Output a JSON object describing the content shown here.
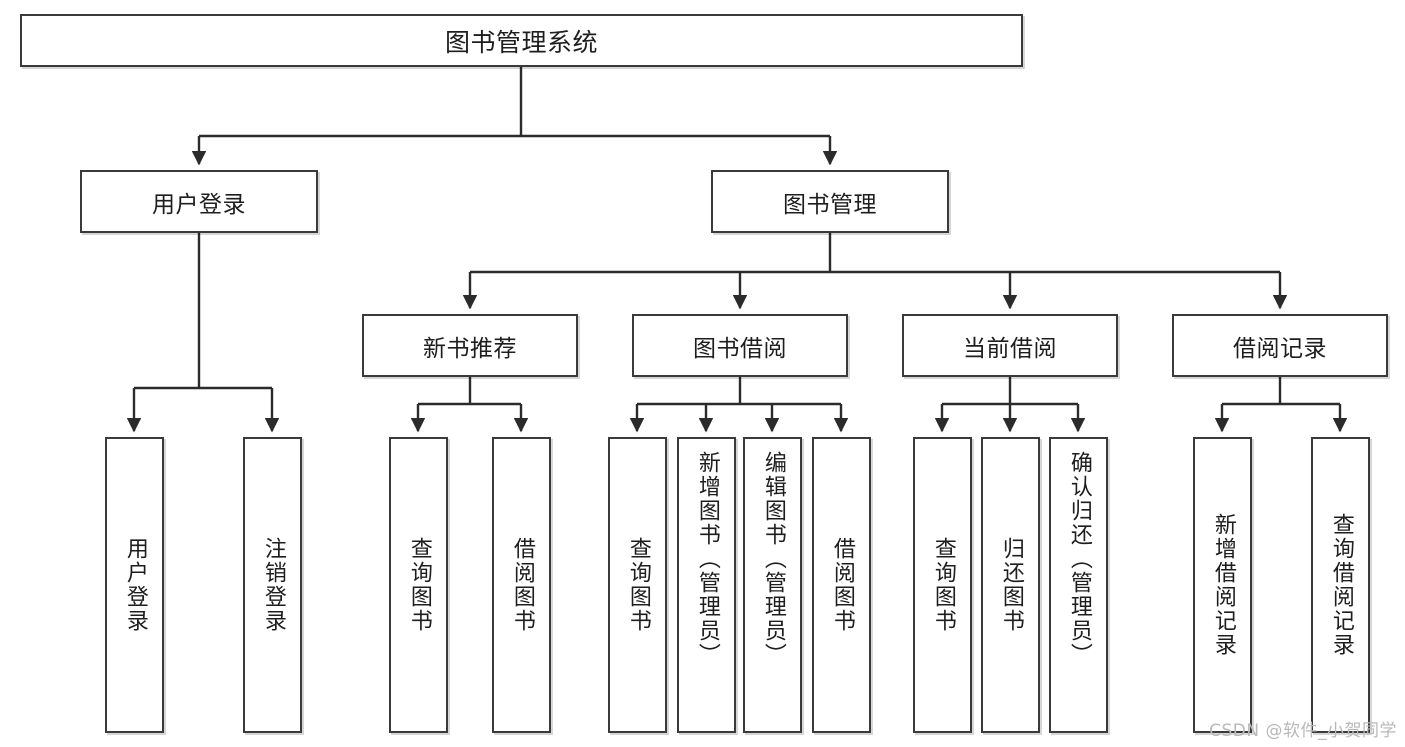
{
  "diagram": {
    "type": "tree",
    "title": "图书管理系统",
    "orientation": "top-down",
    "colors": {
      "box_border": "#3a3a3a",
      "box_fill": "#ffffff",
      "edge": "#2b2b2b",
      "text": "#1e1e1e",
      "watermark": "#b9b9b9"
    },
    "watermark": "CSDN @软件_小贺同学",
    "nodes": {
      "root": {
        "label": "图书管理系统"
      },
      "level1": [
        {
          "id": "user-login",
          "label": "用户登录"
        },
        {
          "id": "book-manage",
          "label": "图书管理"
        }
      ],
      "level2": [
        {
          "id": "new-book-rec",
          "label": "新书推荐"
        },
        {
          "id": "book-borrow",
          "label": "图书借阅"
        },
        {
          "id": "current-borrow",
          "label": "当前借阅"
        },
        {
          "id": "borrow-record",
          "label": "借阅记录"
        }
      ],
      "leaves": {
        "user-login": [
          {
            "id": "leaf-user-login",
            "label": "用户登录"
          },
          {
            "id": "leaf-logout",
            "label": "注销登录"
          }
        ],
        "new-book-rec": [
          {
            "id": "leaf-query-book-1",
            "label": "查询图书"
          },
          {
            "id": "leaf-borrow-book-1",
            "label": "借阅图书"
          }
        ],
        "book-borrow": [
          {
            "id": "leaf-query-book-2",
            "label": "查询图书"
          },
          {
            "id": "leaf-add-book",
            "label": "新增图书（管理员）"
          },
          {
            "id": "leaf-edit-book",
            "label": "编辑图书（管理员）"
          },
          {
            "id": "leaf-borrow-book-2",
            "label": "借阅图书"
          }
        ],
        "current-borrow": [
          {
            "id": "leaf-query-book-3",
            "label": "查询图书"
          },
          {
            "id": "leaf-return-book",
            "label": "归还图书"
          },
          {
            "id": "leaf-confirm-return",
            "label": "确认归还（管理员）"
          }
        ],
        "borrow-record": [
          {
            "id": "leaf-add-record",
            "label": "新增借阅记录"
          },
          {
            "id": "leaf-query-record",
            "label": "查询借阅记录"
          }
        ]
      }
    }
  }
}
